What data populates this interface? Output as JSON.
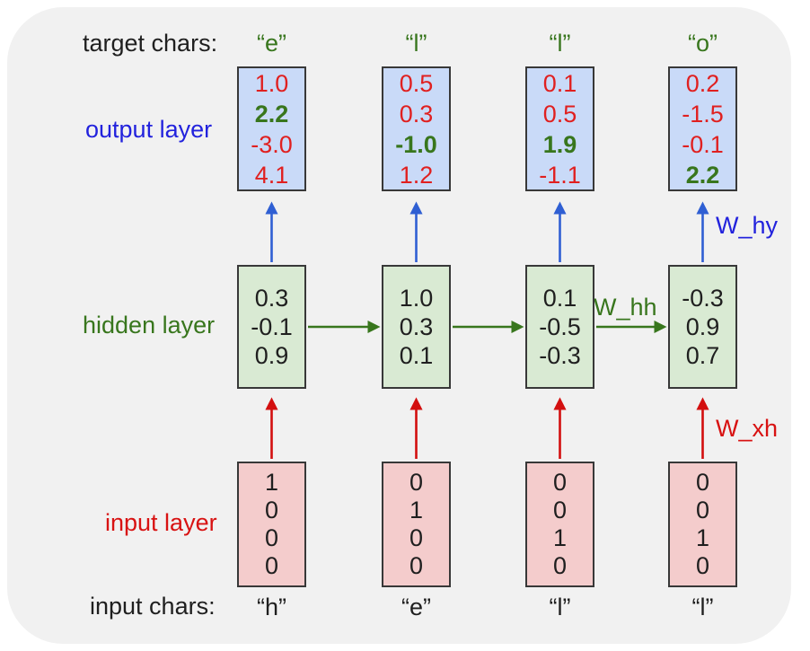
{
  "labels": {
    "target_chars": "target chars:",
    "output_layer": "output layer",
    "hidden_layer": "hidden layer",
    "input_layer": "input layer",
    "input_chars": "input chars:"
  },
  "weight_labels": {
    "w_hy": "W_hy",
    "w_hh": "W_hh",
    "w_xh": "W_xh"
  },
  "columns": [
    {
      "target_char": "“e”",
      "input_char": "“h”",
      "output_values": [
        "1.0",
        "2.2",
        "-3.0",
        "4.1"
      ],
      "output_highlight_index": 1,
      "hidden_values": [
        "0.3",
        "-0.1",
        "0.9"
      ],
      "input_values": [
        "1",
        "0",
        "0",
        "0"
      ]
    },
    {
      "target_char": "“l”",
      "input_char": "“e”",
      "output_values": [
        "0.5",
        "0.3",
        "-1.0",
        "1.2"
      ],
      "output_highlight_index": 2,
      "hidden_values": [
        "1.0",
        "0.3",
        "0.1"
      ],
      "input_values": [
        "0",
        "1",
        "0",
        "0"
      ]
    },
    {
      "target_char": "“l”",
      "input_char": "“l”",
      "output_values": [
        "0.1",
        "0.5",
        "1.9",
        "-1.1"
      ],
      "output_highlight_index": 2,
      "hidden_values": [
        "0.1",
        "-0.5",
        "-0.3"
      ],
      "input_values": [
        "0",
        "0",
        "1",
        "0"
      ]
    },
    {
      "target_char": "“o”",
      "input_char": "“l”",
      "output_values": [
        "0.2",
        "-1.5",
        "-0.1",
        "2.2"
      ],
      "output_highlight_index": 3,
      "hidden_values": [
        "-0.3",
        "0.9",
        "0.7"
      ],
      "input_values": [
        "0",
        "0",
        "1",
        "0"
      ]
    }
  ],
  "colors": {
    "panel_background": "#f1f1f1",
    "output_box_fill": "#c9daf8",
    "hidden_box_fill": "#d9ead3",
    "input_box_fill": "#f4cccc",
    "box_border": "#383838",
    "output_value_red": "#e02020",
    "highlight_green": "#38761d",
    "value_black": "#1f1f1f",
    "output_label_blue": "#2222dd",
    "blue_arrow": "#2f5fd3",
    "hidden_label_green": "#38761d",
    "input_label_red": "#d81212",
    "red_arrow": "#d30f0f"
  }
}
